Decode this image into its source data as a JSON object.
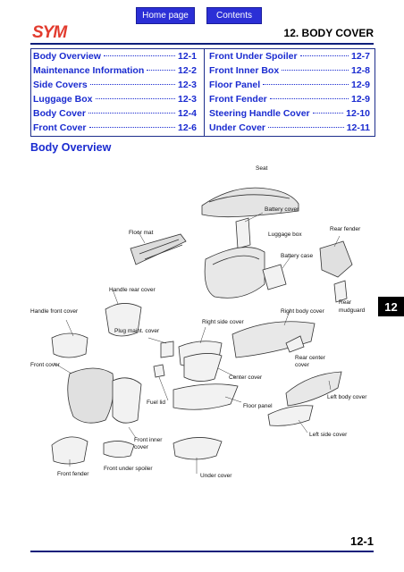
{
  "nav": {
    "home": "Home page",
    "contents": "Contents"
  },
  "logo": "SYM",
  "chapter_title": "12. BODY COVER",
  "toc": [
    {
      "label": "Body Overview",
      "page": "12-1"
    },
    {
      "label": "Maintenance Information",
      "page": "12-2"
    },
    {
      "label": "Side Covers",
      "page": "12-3"
    },
    {
      "label": "Luggage Box",
      "page": "12-3"
    },
    {
      "label": "Body Cover",
      "page": "12-4"
    },
    {
      "label": "Front Cover",
      "page": "12-6"
    },
    {
      "label": "Front Under Spoiler",
      "page": "12-7"
    },
    {
      "label": "Front Inner Box",
      "page": "12-8"
    },
    {
      "label": "Floor Panel",
      "page": "12-9"
    },
    {
      "label": "Front Fender",
      "page": "12-9"
    },
    {
      "label": "Steering Handle Cover",
      "page": "12-10"
    },
    {
      "label": "Under Cover",
      "page": "12-11"
    }
  ],
  "section_heading": "Body Overview",
  "parts": {
    "seat": "Seat",
    "battery_cover": "Battery cover",
    "rear_fender": "Rear fender",
    "floor_mat": "Floor mat",
    "luggage_box": "Luggage box",
    "battery_case": "Battery case",
    "handle_rear_cover": "Handle rear cover",
    "rear_mudguard_1": "Rear",
    "rear_mudguard_2": "mudguard",
    "handle_front_cover": "Handle front cover",
    "right_body_cover": "Right body cover",
    "right_side_cover": "Right side cover",
    "plug_maint_cover": "Plug maint. cover",
    "rear_center_cover_1": "Rear center",
    "rear_center_cover_2": "cover",
    "front_cover": "Front cover",
    "center_cover": "Center cover",
    "fuel_lid": "Fuel lid",
    "left_body_cover": "Left body cover",
    "floor_panel": "Floor panel",
    "left_side_cover": "Left side cover",
    "front_inner_cover_1": "Front inner",
    "front_inner_cover_2": "cover",
    "front_under_spoiler": "Front under spoiler",
    "front_fender": "Front fender",
    "under_cover": "Under cover"
  },
  "chapter_tab": "12",
  "page_number": "12-1",
  "colors": {
    "accent": "#1a2bd0",
    "logo": "#e23b2e",
    "nav": "#2b2fd6"
  }
}
